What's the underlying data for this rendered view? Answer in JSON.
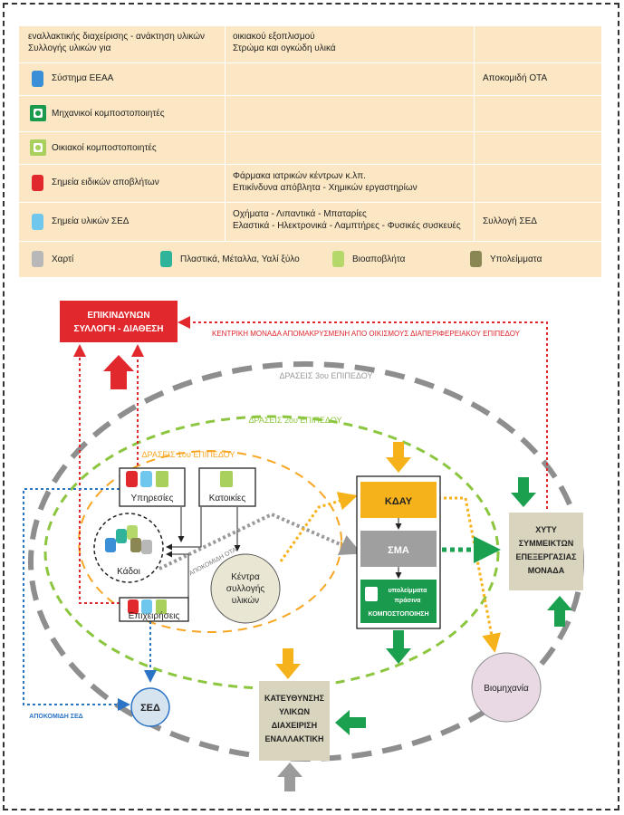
{
  "legend": {
    "row0": {
      "col1": "εναλλακτικής διαχείρισης - ανάκτηση υλικών",
      "col1b": "Συλλογής υλικών για",
      "col2": "οικιακού εξοπλισμού",
      "col2b": "Στρώμα και ογκώδη υλικά"
    },
    "row1": {
      "col1": "Σύστημα ΕΕΑΑ",
      "col3": "Αποκομιδή ΟΤΑ"
    },
    "row2": {
      "col1": "Μηχανικοί κομποστοποιητές"
    },
    "row3": {
      "col1": "Οικιακοί κομποστοποιητές"
    },
    "row4": {
      "col1": "Σημεία ειδικών αποβλήτων",
      "col2": "Φάρμακα ιατρικών κέντρων κ.λπ.",
      "col2b": "Επικίνδυνα απόβλητα - Χημικών εργαστηρίων"
    },
    "row5": {
      "col1": "Σημεία υλικών ΣΕΔ",
      "col2": "Οχήματα - Λιπαντικά - Μπαταρίες",
      "col2b": "Ελαστικά - Ηλεκτρονικά - Λαμπτήρες - Φυσικές συσκευές",
      "col3": "Συλλογή ΣΕΔ"
    },
    "row6": {
      "item1": "Χαρτί",
      "item2": "Πλαστικά, Μέταλλα, Υαλί ξύλο",
      "item3": "Βιοαποβλήτα",
      "item4": "Υπολείμματα"
    },
    "colors": {
      "blue": "#3b8fd6",
      "green_dark": "#1a9a4c",
      "green_light": "#a9cf5c",
      "red": "#e0282d",
      "cyan": "#6fc7ee",
      "grey": "#b8b8b8",
      "teal": "#2fb39a",
      "lime": "#b5d86a",
      "olive": "#8a8755"
    }
  },
  "diagram": {
    "disposal_box": {
      "line1": "ΕΠΙΚΙΝΔΥΝΩΝ",
      "line2": "ΣΥΛΛΟΓΗ - ΔΙΑΘΕΣΗ"
    },
    "red_route_label": "ΚΕΝΤΡΙΚΗ ΜΟΝΑΔΑ ΑΠΟΜΑΚΡΥΣΜΕΝΗ ΑΠΟ ΟΙΚΙΣΜΟΥΣ ΔΙΑΠΕΡΙΦΕΡΕΙΑΚΟΥ ΕΠΙΠΕΔΟΥ",
    "ring3_label": "ΔΡΑΣΕΙΣ 3ου ΕΠΙΠΕΔΟΥ",
    "ring2_label": "ΔΡΑΣΕΙΣ 2ου ΕΠΙΠΕΔΟΥ",
    "ring1_label": "ΔΡΑΣΕΙΣ 1ου ΕΠΙΠΕΔΟΥ",
    "services": "Υπηρεσίες",
    "houses": "Κατοικίες",
    "bins": "Κάδοι",
    "businesses": "Επιχειρήσεις",
    "collection_label": "ΑΠΟΚΟΜΙΔΗ ΟΤΑ",
    "centre_line1": "Κέντρα",
    "centre_line2": "συλλογής",
    "centre_line3": "υλικών",
    "kday": "ΚΔΑΥ",
    "sma": "ΣΜΑ",
    "compost_line1": "ΚΟΜΠΟΣΤΟΠΟΙΗΣΗ",
    "compost_line2": "πράσινα",
    "compost_line3": "υπολείμματα",
    "mixed_line1": "ΜΟΝΑΔΑ",
    "mixed_line2": "ΕΠΕΞΕΡΓΑΣΙΑΣ",
    "mixed_line3": "ΣΥΜΜΕΙΚΤΩΝ",
    "mixed_line4": "ΧΥΤΥ",
    "bio": "Βιομηχανία",
    "alt_line1": "ΕΝΑΛΛΑΚΤΙΚΗ",
    "alt_line2": "ΔΙΑΧΕΙΡΙΣΗ",
    "alt_line3": "ΥΛΙΚΩΝ",
    "alt_line4": "ΚΑΤΕΥΘΥΝΣΗΣ",
    "sed": "ΣΕΔ",
    "sed_collection": "ΑΠΟΚΟΜΙΔΗ ΣΕΔ"
  }
}
